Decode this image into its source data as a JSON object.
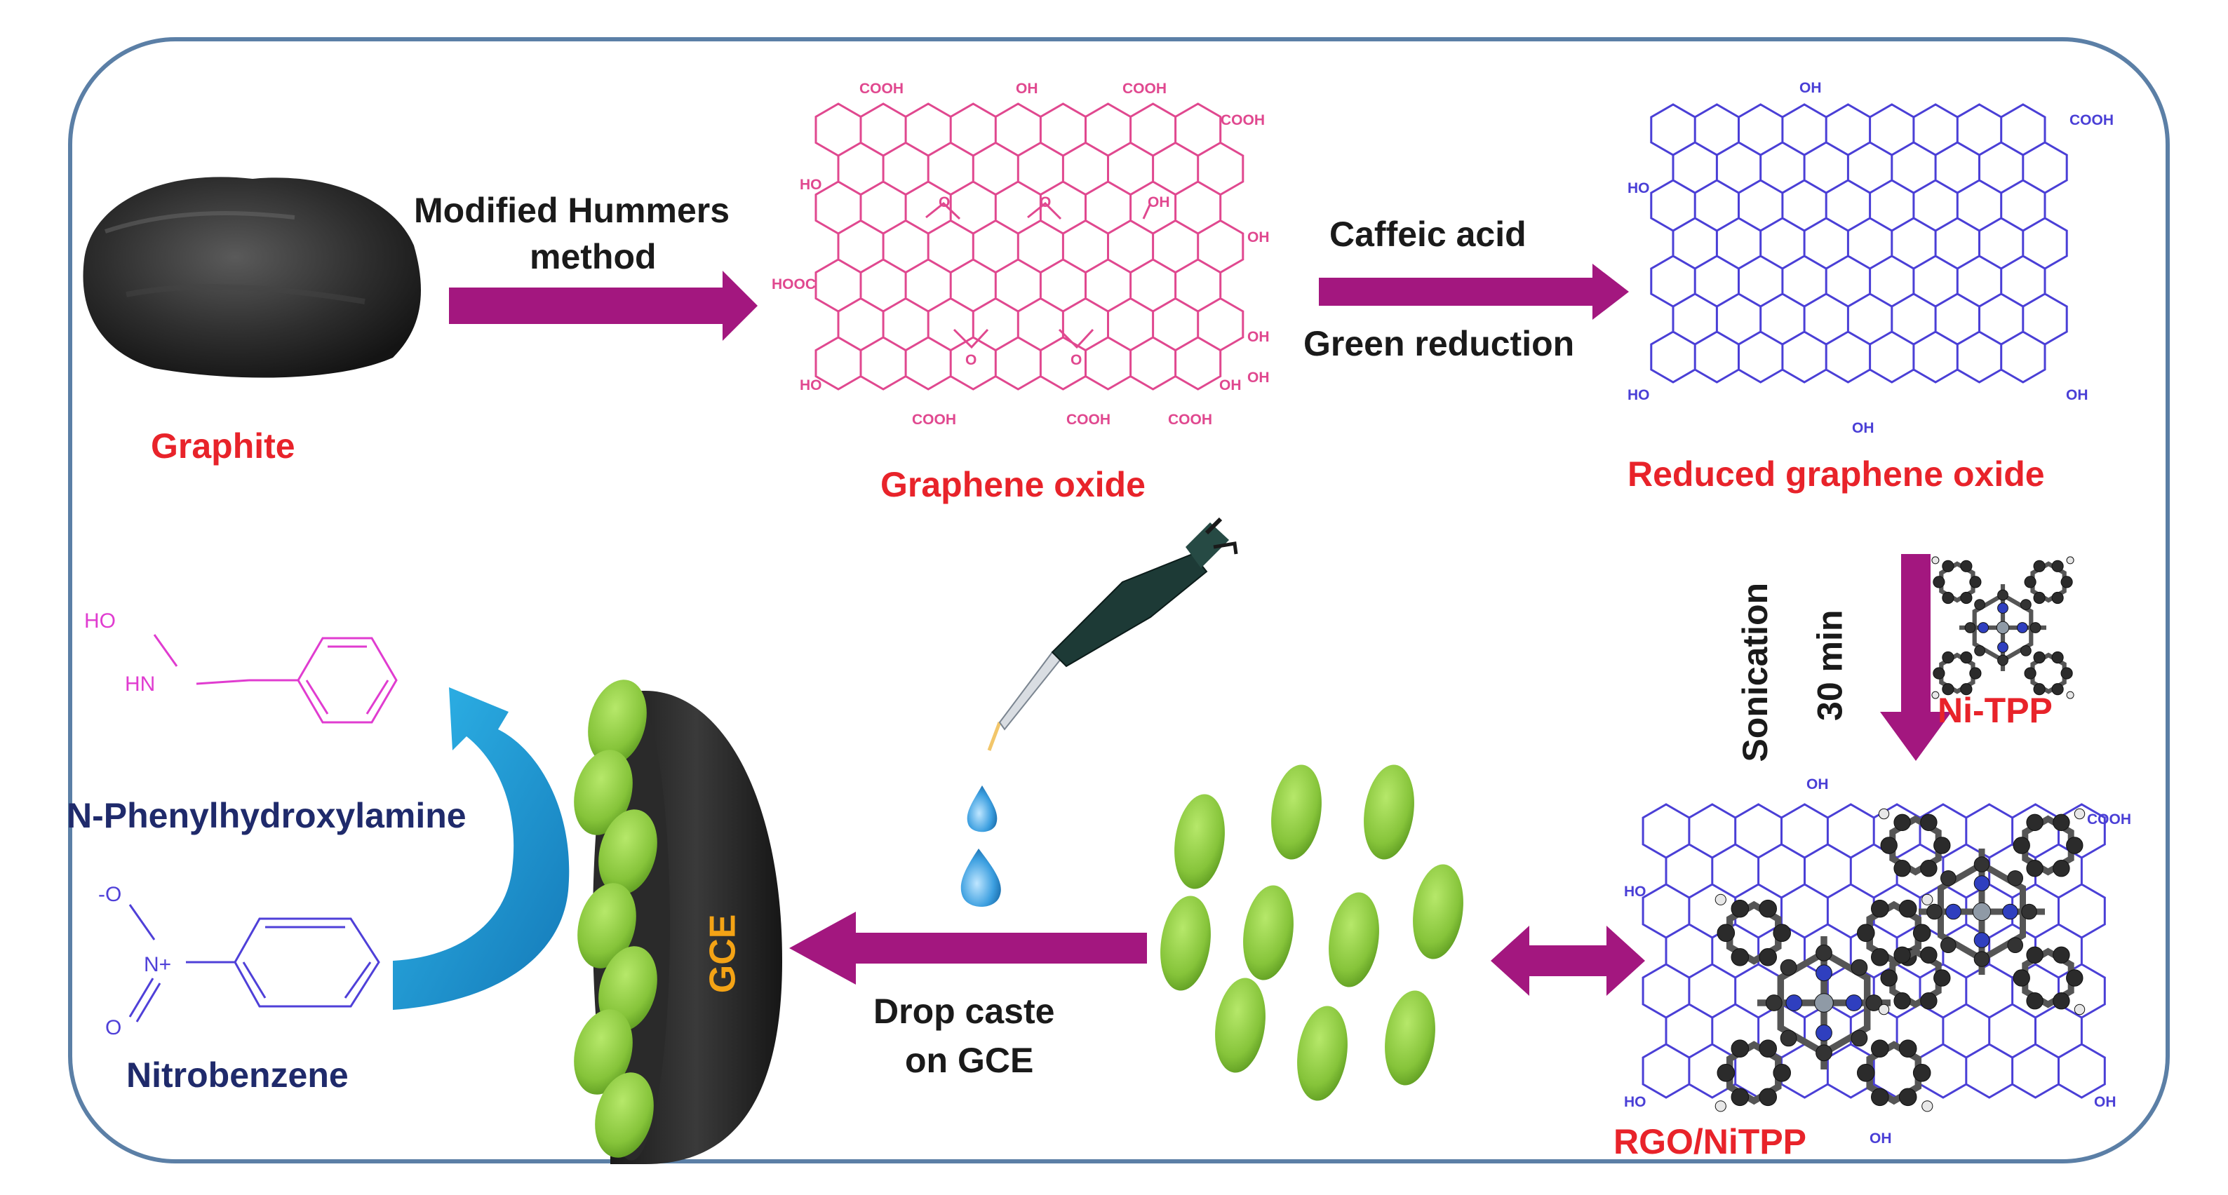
{
  "colors": {
    "frame": "#5b7fa6",
    "arrow": "#a3177f",
    "graphene_oxide": "#e0488f",
    "reduced_graphene": "#4a3fd6",
    "label_red": "#e8232a",
    "label_navy": "#1f2a6b",
    "gce_text": "#f4a315",
    "green_drop": "#8fcf3f",
    "curved_arrow": "#1f9fd6",
    "phenylhydroxylamine": "#e03cd0",
    "nitrobenzene": "#4f40d8"
  },
  "labels": {
    "graphite": "Graphite",
    "hummers_line1": "Modified Hummers",
    "hummers_line2": "method",
    "graphene_oxide": "Graphene oxide",
    "caffeic_acid": "Caffeic acid",
    "green_reduction": "Green reduction",
    "reduced_graphene_oxide": "Reduced graphene oxide",
    "sonication": "Sonication",
    "sonication_time": "30 min",
    "ni_tpp": "Ni-TPP",
    "rgo_nitpp": "RGO/NiTPP",
    "drop_caste_line1": "Drop caste",
    "drop_caste_line2": "on GCE",
    "gce": "GCE",
    "n_phenylhydroxylamine": "N-Phenylhydroxylamine",
    "nitrobenzene": "Nitrobenzene"
  },
  "groups": {
    "cooh": "COOH",
    "oh": "OH",
    "ho": "HO",
    "hooc": "HOOC",
    "o": "O",
    "hn": "HN",
    "n_plus": "N+",
    "o_minus": "-O"
  }
}
